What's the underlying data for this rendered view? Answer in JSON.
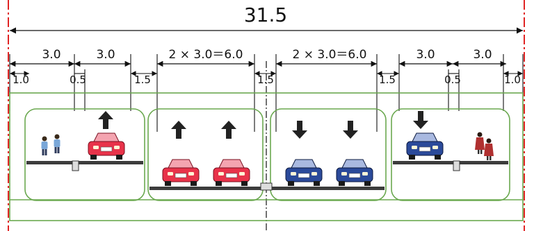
{
  "total_width": "31.5",
  "segments_upper": [
    "3.0",
    "3.0",
    "2 × 3.0＝6.0",
    "2 × 3.0＝6.0",
    "3.0",
    "3.0"
  ],
  "segments_lower": [
    "1.0",
    "0.5",
    "1.5",
    "1.5",
    "1.5",
    "0.5",
    "1.0"
  ],
  "colors": {
    "edge_red": "#e02424",
    "green_line": "#6aa84f",
    "car_red": "#e8334a",
    "car_blue": "#2b4a9a",
    "arrow": "#222222",
    "road": "#3c3c3c"
  },
  "icons": {
    "up_arrow": "arrow-up-icon",
    "down_arrow": "arrow-down-icon",
    "pedestrian": "pedestrian-icon",
    "car": "car-icon"
  },
  "lanes": {
    "left_side": {
      "direction": "up",
      "car": "red"
    },
    "left_main": {
      "direction": "up",
      "cars": 2,
      "car": "red"
    },
    "right_main": {
      "direction": "down",
      "cars": 2,
      "car": "blue"
    },
    "right_side": {
      "direction": "down",
      "car": "blue"
    }
  }
}
